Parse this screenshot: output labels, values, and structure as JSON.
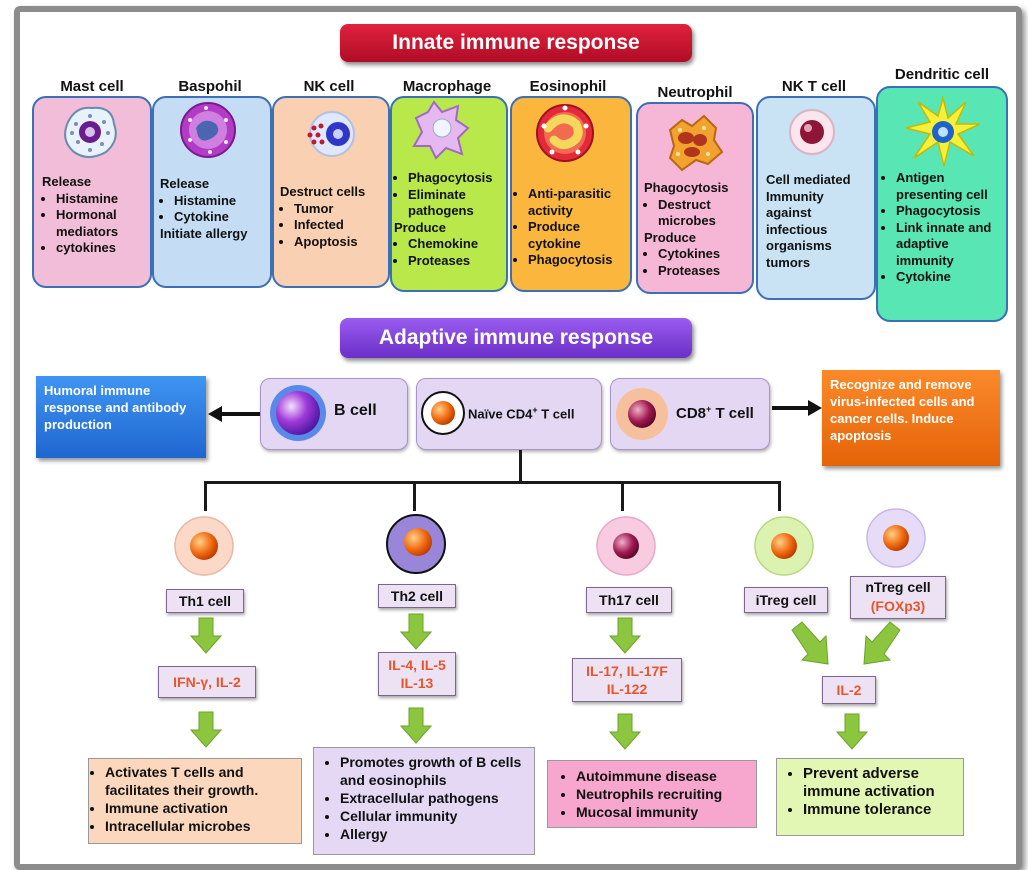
{
  "innate": {
    "title": "Innate immune response",
    "cells": [
      {
        "name": "Mast cell",
        "lines": [
          "Release"
        ],
        "bullets": [
          "Histamine",
          "Hormonal mediators",
          "cytokines"
        ]
      },
      {
        "name": "Baspohil",
        "lines": [
          "Release"
        ],
        "bullets": [
          "Histamine",
          "Cytokine"
        ],
        "after": "Initiate allergy"
      },
      {
        "name": "NK cell",
        "lines": [
          "Destruct cells"
        ],
        "bullets": [
          "Tumor",
          "Infected",
          "Apoptosis"
        ]
      },
      {
        "name": "Macrophage",
        "bullets": [
          "Phagocytosis",
          "Eliminate pathogens"
        ],
        "mid": "Produce",
        "bullets2": [
          "Chemokine",
          "Proteases"
        ]
      },
      {
        "name": "Eosinophil",
        "bullets": [
          "Anti-parasitic activity",
          "Produce cytokine",
          "Phagocytosis"
        ]
      },
      {
        "name": "Neutrophil",
        "lines": [
          "Phagocytosis"
        ],
        "bullets": [
          "Destruct microbes"
        ],
        "mid": "Produce",
        "bullets2": [
          "Cytokines",
          "Proteases"
        ]
      },
      {
        "name": "NK T cell",
        "text": "Cell mediated Immunity against infectious organisms tumors"
      },
      {
        "name": "Dendritic cell",
        "bullets": [
          "Antigen presenting cell",
          "Phagocytosis",
          "Link innate and adaptive immunity",
          "Cytokine"
        ]
      }
    ]
  },
  "adaptive": {
    "title": "Adaptive immune response",
    "humoral": "Humoral immune response  and antibody production",
    "b_cell": "B cell",
    "naive": "Naïve CD4",
    "naive_sup": "+",
    "naive_tail": " T cell",
    "cd8": "CD8",
    "cd8_sup": "+",
    "cd8_tail": " T cell",
    "cd8_effect": "Recognize and remove virus-infected cells and cancer cells. Induce apoptosis"
  },
  "subsets": [
    {
      "label": "Th1 cell",
      "cytokines": [
        "IFN-γ, IL-2"
      ],
      "effects": [
        "Activates T cells and facilitates their growth.",
        "Immune activation",
        "Intracellular microbes"
      ]
    },
    {
      "label": "Th2 cell",
      "cytokines": [
        "IL-4, IL-5",
        "IL-13"
      ],
      "effects": [
        "Promotes growth of B cells and eosinophils",
        "Extracellular pathogens",
        "Cellular immunity",
        "Allergy"
      ]
    },
    {
      "label": "Th17 cell",
      "cytokines": [
        "IL-17, IL-17F",
        "IL-122"
      ],
      "effects": [
        "Autoimmune disease",
        "Neutrophils recruiting",
        "Mucosal immunity"
      ]
    },
    {
      "label": "iTreg cell"
    },
    {
      "label": "nTreg cell",
      "sub": "(FOXp3)"
    }
  ],
  "treg": {
    "cytokine": "IL-2",
    "effects": [
      "Prevent adverse immune activation",
      "Immune tolerance"
    ]
  },
  "colors": {
    "innate_banner": "#c8102e",
    "adaptive_banner": "#7b3fd6",
    "humoral_box": "#2f80e6",
    "cd8_box": "#f07a10",
    "arrow_green": "#8cc63f",
    "cytokine_text": "#e8552b"
  }
}
